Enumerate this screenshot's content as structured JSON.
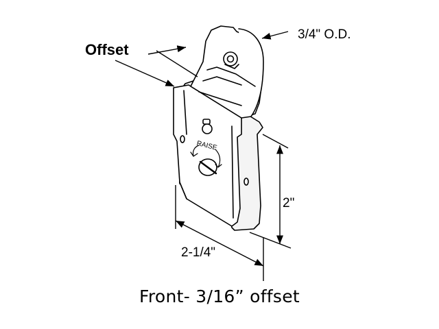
{
  "labels": {
    "offset": "Offset",
    "outer_diameter": "3/4\" O.D.",
    "height": "2\"",
    "width": "2-1/4\"",
    "raise": "RAISE"
  },
  "caption": "Front- 3/16” offset",
  "colors": {
    "ink": "#000000",
    "paper": "#ffffff",
    "shade": "#e6e6e6"
  }
}
